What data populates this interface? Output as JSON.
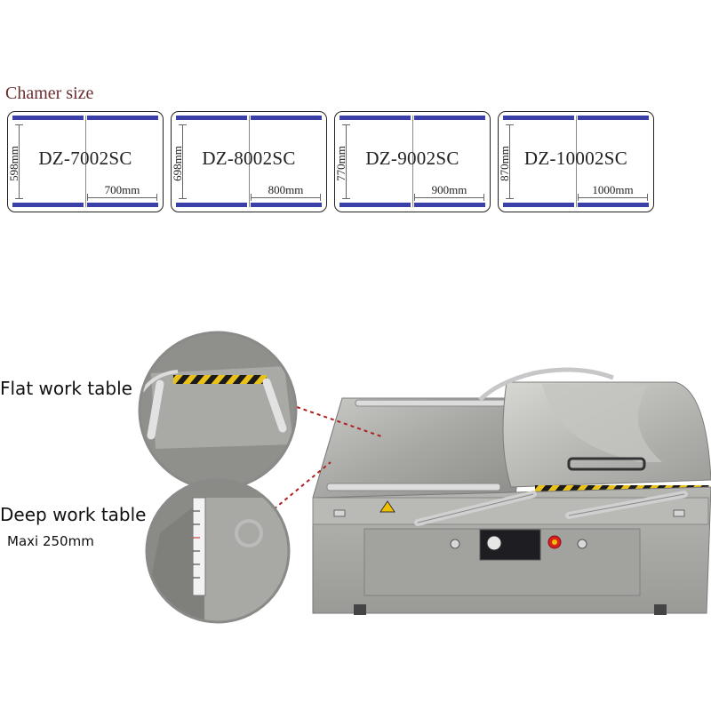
{
  "title": "Chamer size",
  "chambers": [
    {
      "model": "DZ-7002SC",
      "height": "598mm",
      "width": "700mm"
    },
    {
      "model": "DZ-8002SC",
      "height": "698mm",
      "width": "800mm"
    },
    {
      "model": "DZ-9002SC",
      "height": "770mm",
      "width": "900mm"
    },
    {
      "model": "DZ-10002SC",
      "height": "870mm",
      "width": "1000mm"
    }
  ],
  "callouts": {
    "flat_table": "Flat work table",
    "deep_table": "Deep work table",
    "deep_table_note": "Maxi 250mm"
  },
  "colors": {
    "chamber_bar": "#3b3fa8",
    "title_text": "#6b2d2d",
    "steel": "#a9a9a6",
    "callout_line": "#b02020"
  }
}
